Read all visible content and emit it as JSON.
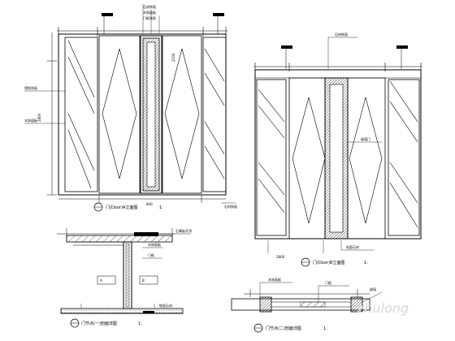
{
  "sheet": {
    "views": [
      {
        "key": "elev_a",
        "title": "门(Door)A立面图",
        "scale": "1:"
      },
      {
        "key": "elev_b",
        "title": "门(Door)B立面图",
        "scale": "1:"
      },
      {
        "key": "section_a",
        "title": "门节点(一)剖面详图",
        "scale": "1:"
      },
      {
        "key": "section_b",
        "title": "门节点(二)剖面详图",
        "scale": "1:"
      }
    ],
    "dims": {
      "a_height": "2800",
      "a_door": "2100",
      "a_width": "840",
      "b_height": "2800"
    },
    "notes": {
      "a_top": [
        "石材饰面",
        "木饰面板",
        "门框线条"
      ],
      "a_left": [
        "墙纸饰面",
        "木饰面板"
      ],
      "a_right": "石材饰面",
      "b_top": "石材饰面",
      "b_mid": "玻璃门",
      "b_bottom": "地面石材",
      "sec_a": [
        "石膏板吊顶",
        "木饰面板",
        "门框",
        "地面石材"
      ],
      "sec_b": [
        "木饰面板",
        "门框",
        "玻璃"
      ]
    },
    "watermark": "zhulong"
  }
}
